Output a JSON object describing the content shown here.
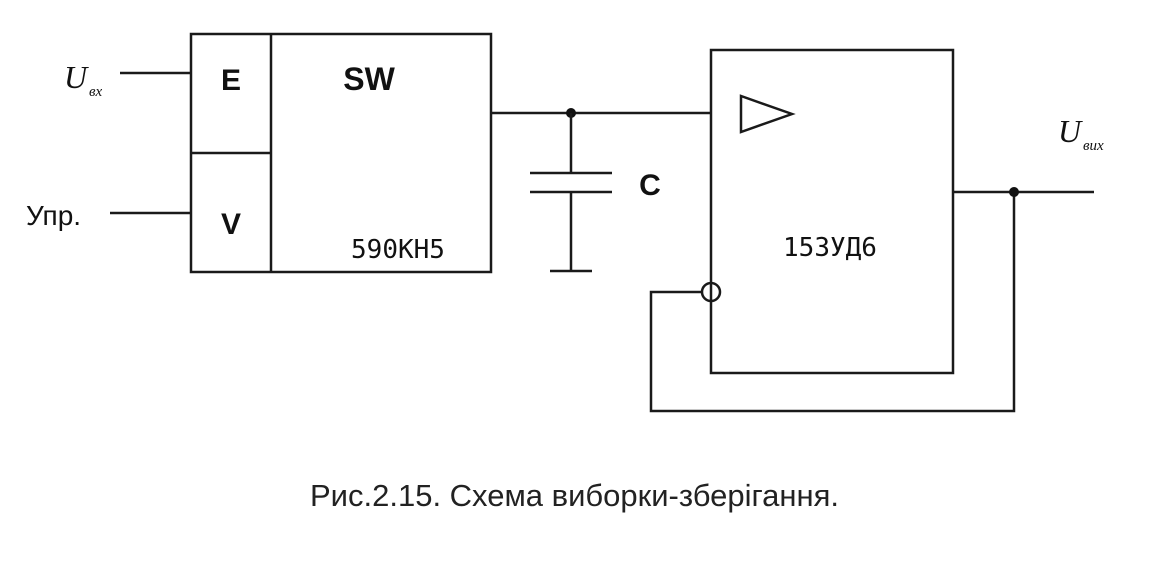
{
  "labels": {
    "input_signal_main": "U",
    "input_signal_sub": "вх",
    "control_input": "Упр.",
    "switch_port_e": "E",
    "switch_port_v": "V",
    "switch_title": "SW",
    "switch_part": "590КН5",
    "capacitor": "C",
    "amp_part": "153УД6",
    "output_signal_main": "U",
    "output_signal_sub": "вих"
  },
  "caption": "Рис.2.15. Схема виборки-зберігання."
}
